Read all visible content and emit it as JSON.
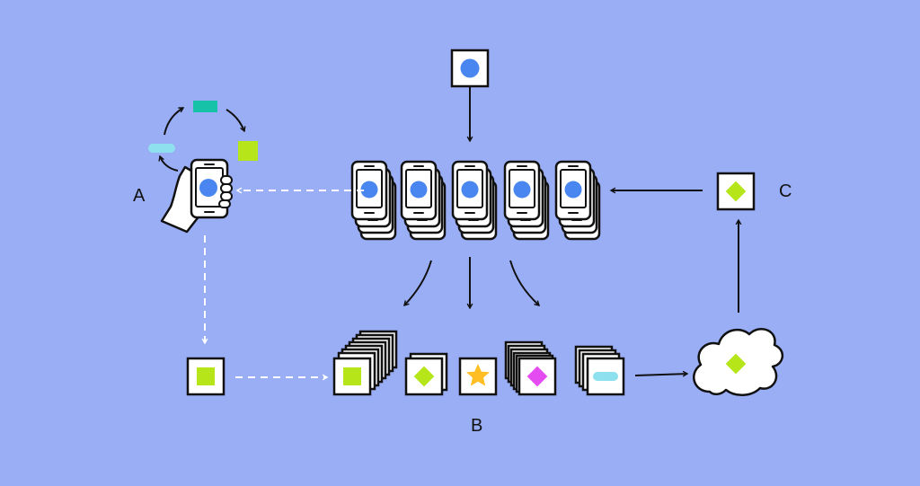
{
  "labels": {
    "a": "A",
    "b": "B",
    "c": "C"
  },
  "colors": {
    "background": "#9aaef6",
    "blue_dot": "#4a86f0",
    "teal_rect": "#17c3a8",
    "lime": "#b6e61a",
    "light_cyan": "#8ee0ee",
    "gold_star": "#ffbf24",
    "magenta": "#e44cf2",
    "stroke": "#111111",
    "card": "#ffffff"
  },
  "icons": [
    "phone-in-hand-icon",
    "cycle-arrows-icon",
    "phone-stack-icon",
    "card-stack-icon",
    "cloud-icon",
    "star-icon",
    "diamond-icon"
  ]
}
